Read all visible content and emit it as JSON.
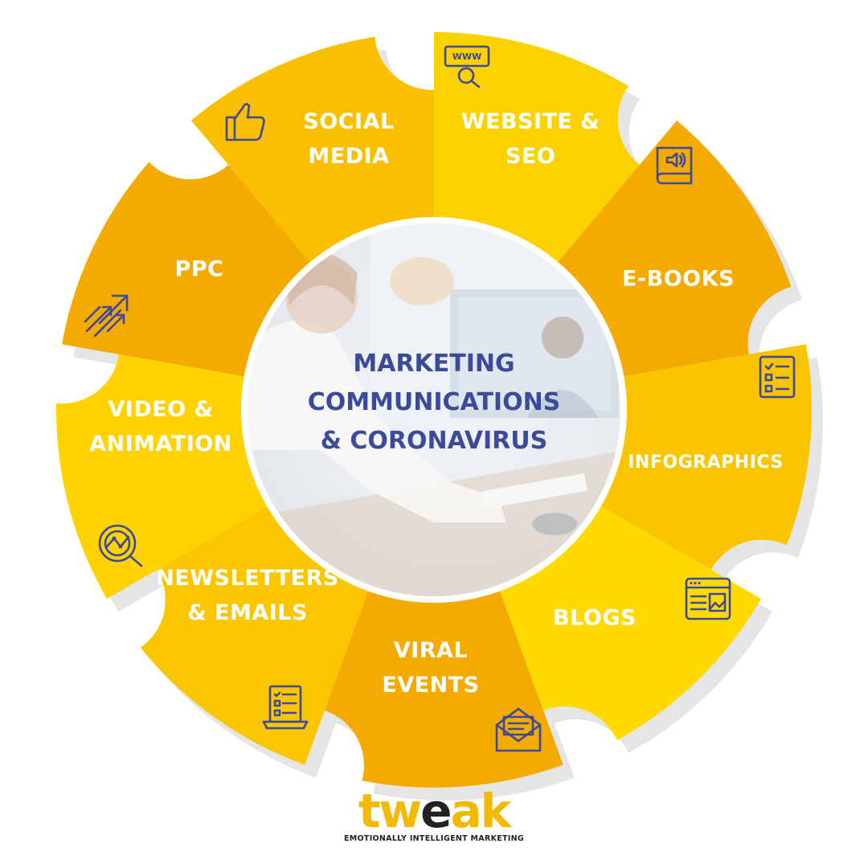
{
  "center": {
    "lines": [
      "MARKETING",
      "COMMUNICATIONS",
      "& CORONAVIRUS"
    ]
  },
  "segments": [
    {
      "lines": [
        "SOCIAL",
        "MEDIA"
      ],
      "color": "#fbd200",
      "icon": "thumbs-up-icon"
    },
    {
      "lines": [
        "WEBSITE &",
        "SEO"
      ],
      "color": "#f5aa00",
      "icon": "www-search-icon"
    },
    {
      "lines": [
        "E-BOOKS"
      ],
      "color": "#f9c400",
      "icon": "audio-book-icon"
    },
    {
      "lines": [
        "INFOGRAPHICS"
      ],
      "color": "#ffd900",
      "icon": "checklist-icon"
    },
    {
      "lines": [
        "BLOGS"
      ],
      "color": "#f5aa00",
      "icon": "browser-article-icon"
    },
    {
      "lines": [
        "VIRAL",
        "EVENTS"
      ],
      "color": "#fbc600",
      "icon": "envelope-icon"
    },
    {
      "lines": [
        "NEWSLETTERS",
        "& EMAILS"
      ],
      "color": "#ffd200",
      "icon": "laptop-list-icon"
    },
    {
      "lines": [
        "VIDEO &",
        "ANIMATION"
      ],
      "color": "#f5aa00",
      "icon": "analytics-magnifier-icon"
    },
    {
      "lines": [
        "PPC"
      ],
      "color": "#f9bf00",
      "icon": "growth-arrows-icon"
    }
  ],
  "logo": {
    "word_part1": "tw",
    "word_part2": "e",
    "word_part3": "ak",
    "tagline": "EMOTIONALLY INTELLIGENT MARKETING"
  }
}
